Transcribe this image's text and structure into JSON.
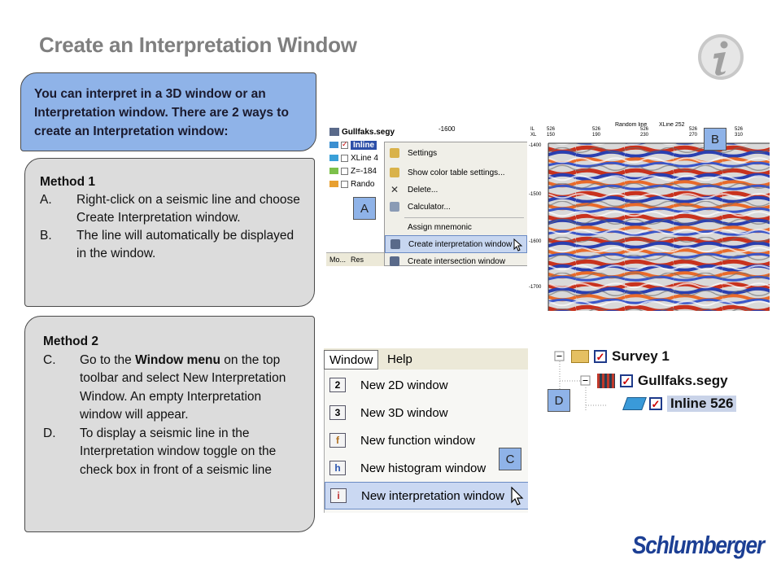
{
  "title": "Create an Interpretation Window",
  "intro": "You can interpret in a 3D window or an Interpretation window. There are 2 ways to create an Interpretation window:",
  "method1": {
    "heading": "Method 1",
    "items": [
      {
        "key": "A.",
        "text": "Right-click on a seismic line and choose Create Interpretation window."
      },
      {
        "key": "B.",
        "text": "The line will automatically be displayed in the window."
      }
    ]
  },
  "method2": {
    "heading": "Method 2",
    "items": [
      {
        "key": "C.",
        "pre": "Go to the ",
        "bold": "Window menu",
        "post": " on the top toolbar and select New Interpretation Window. An empty Interpretation window will appear."
      },
      {
        "key": "D.",
        "text": "To display a seismic line in the Interpretation window toggle on the check box in front of a seismic line"
      }
    ]
  },
  "labels": {
    "a": "A",
    "b": "B",
    "c": "C",
    "d": "D"
  },
  "shotA": {
    "tree": [
      "Gullfaks.segy",
      "Inline",
      "XLine 4",
      "Z=-184",
      "Rando"
    ],
    "axis_top": "-1600",
    "menu": [
      "Settings",
      "Show color table settings...",
      "Delete...",
      "Calculator...",
      "Assign mnemonic",
      "Create interpretation window",
      "Create intersection window"
    ],
    "bottom_tabs": [
      "Mo...",
      "Res"
    ]
  },
  "shotB": {
    "header_rows": [
      [
        "IL",
        "526",
        "526",
        "526",
        "526",
        "526"
      ],
      [
        "XL",
        "150",
        "190",
        "230",
        "270",
        "310"
      ]
    ],
    "random_line": "Random line",
    "xline": "XLine 252",
    "depths": [
      "-1400",
      "-1500",
      "-1600",
      "-1700"
    ]
  },
  "shotC": {
    "menus": [
      "Window",
      "Help"
    ],
    "items": [
      {
        "icon": "2",
        "label": "New 2D window"
      },
      {
        "icon": "3",
        "label": "New 3D window"
      },
      {
        "icon": "f",
        "label": "New function window"
      },
      {
        "icon": "h",
        "label": "New histogram window"
      },
      {
        "icon": "i",
        "label": "New interpretation window"
      }
    ]
  },
  "shotD": {
    "rows": [
      "Survey 1",
      "Gullfaks.segy",
      "Inline 526"
    ]
  },
  "logo": "Schlumberger",
  "colors": {
    "title": "#7f7f7f",
    "intro_bg": "#8fb3e8",
    "method_bg": "#dcdcdc",
    "logo": "#1c3f94"
  }
}
